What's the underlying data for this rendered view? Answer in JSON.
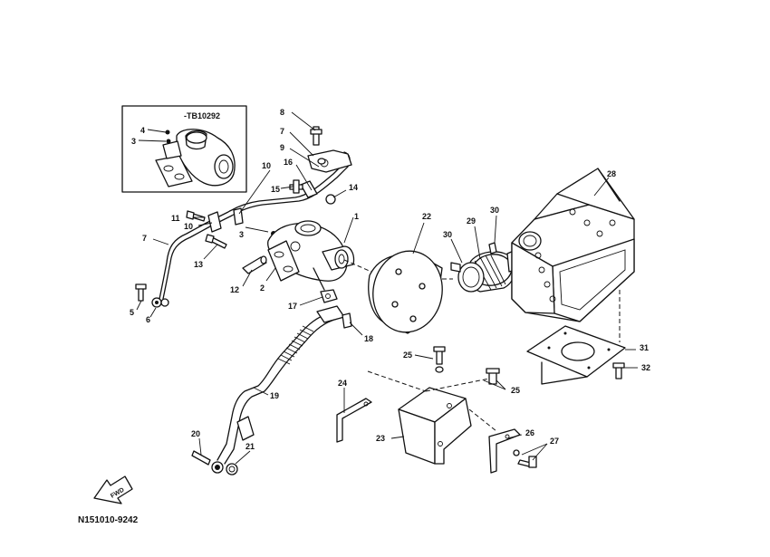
{
  "diagram": {
    "inset_code": "-TB10292",
    "reference_code": "N151010-9242",
    "fwd_label": "FWD",
    "callouts": {
      "c1": "1",
      "c2": "2",
      "c3a": "3",
      "c3b": "3",
      "c4": "4",
      "c5": "5",
      "c6": "6",
      "c7a": "7",
      "c7b": "7",
      "c8": "8",
      "c9": "9",
      "c10a": "10",
      "c10b": "10",
      "c11": "11",
      "c12": "12",
      "c13": "13",
      "c14": "14",
      "c15": "15",
      "c16": "16",
      "c17": "17",
      "c18": "18",
      "c19": "19",
      "c20": "20",
      "c21": "21",
      "c22": "22",
      "c23": "23",
      "c24": "24",
      "c25a": "25",
      "c25b": "25",
      "c26": "26",
      "c27": "27",
      "c28": "28",
      "c29": "29",
      "c30a": "30",
      "c30b": "30",
      "c31": "31",
      "c32": "32"
    }
  }
}
